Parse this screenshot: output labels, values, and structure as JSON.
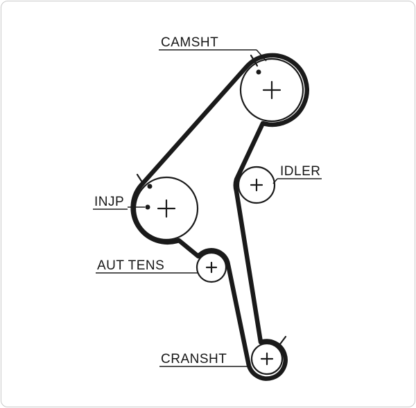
{
  "diagram": {
    "type": "timing-belt-routing",
    "labels": {
      "camshaft": "CAMSHT",
      "idler": "IDLER",
      "injection_pump": "INJP",
      "auto_tensioner": "AUT TENS",
      "crankshaft": "CRANSHT"
    },
    "colors": {
      "line": "#1a1a1a",
      "background": "#ffffff",
      "border": "#c9c9c9"
    }
  }
}
